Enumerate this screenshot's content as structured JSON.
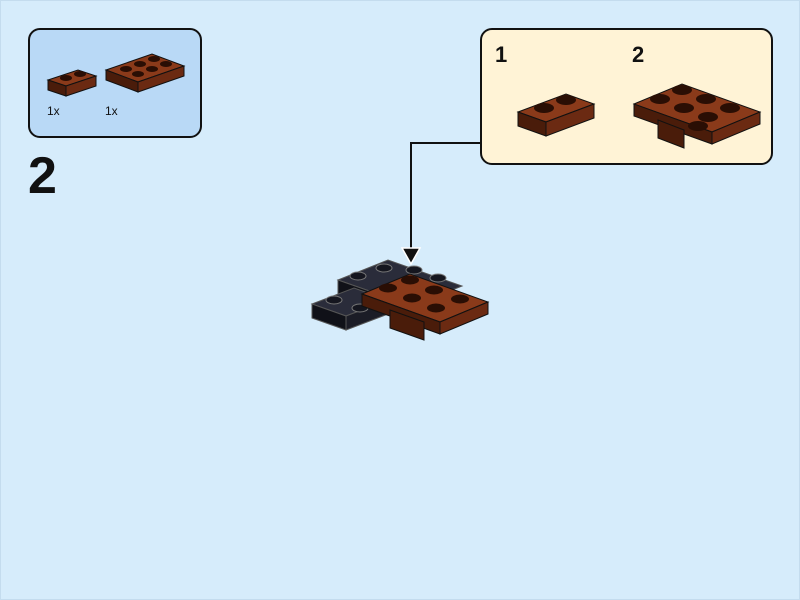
{
  "parts_list": {
    "items": [
      {
        "name": "plate-1x2-reddish-brown",
        "qty": "1x"
      },
      {
        "name": "plate-2x3-reddish-brown",
        "qty": "1x"
      }
    ]
  },
  "step": {
    "number": "2"
  },
  "sub_assembly": {
    "steps": [
      {
        "number": "1"
      },
      {
        "number": "2"
      }
    ]
  },
  "colors": {
    "background": "#d6ecfb",
    "parts_box": "#b9d9f6",
    "sub_box": "#fff3d6",
    "brick_brown": "#6b2a12",
    "brick_black": "#15161f"
  }
}
